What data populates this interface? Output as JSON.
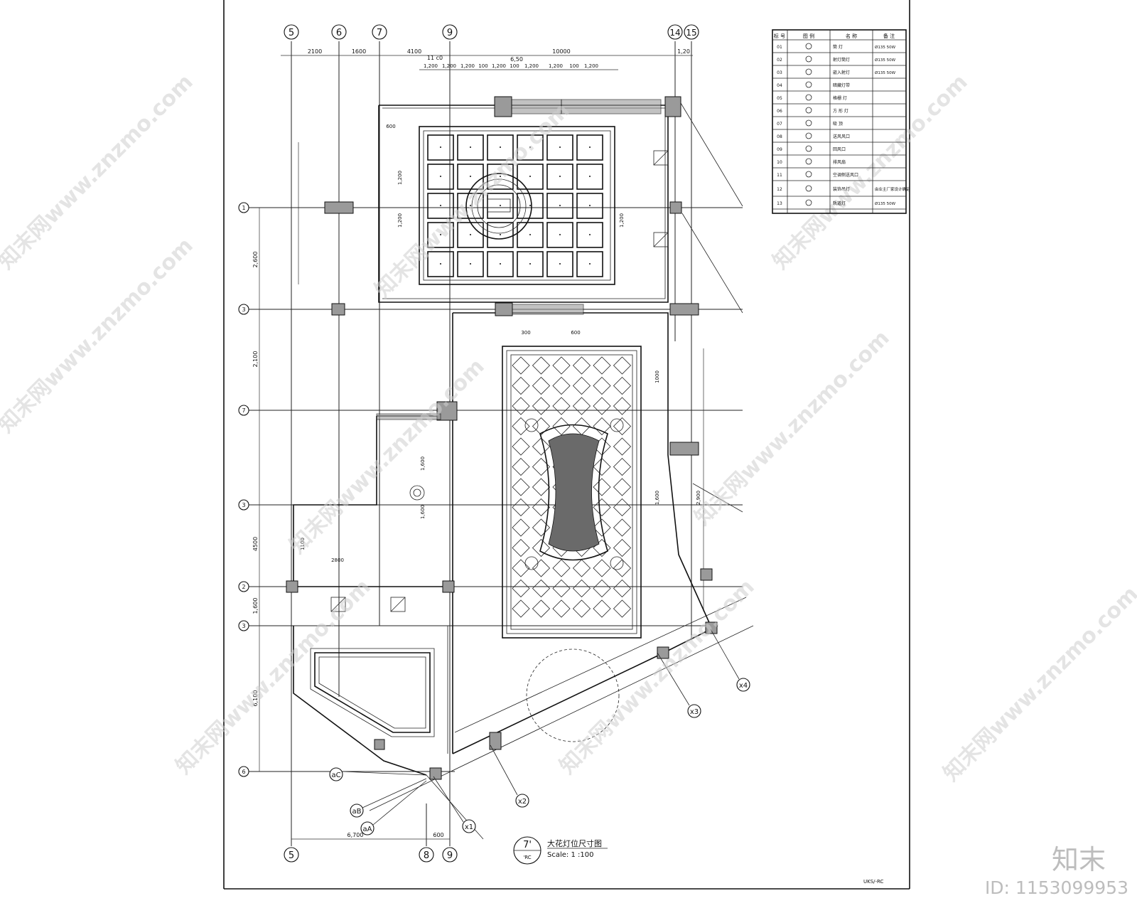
{
  "drawing": {
    "title_cn": "大花灯位尺寸图",
    "scale_text": "Scale: 1 :100",
    "detail_no": "7'",
    "sheet_ref": "'RC",
    "sheet_code": "UKS/-RC"
  },
  "grid_top": [
    "5",
    "6",
    "7",
    "9",
    "14",
    "15"
  ],
  "grid_bottom": [
    "5",
    "8",
    "9"
  ],
  "grid_left": [
    "1",
    "3",
    "7",
    "3",
    "2",
    "3",
    "6"
  ],
  "grid_diag": [
    "aC",
    "aB",
    "aA",
    "x1",
    "x2",
    "x3",
    "x4"
  ],
  "top_dims": [
    "2100",
    "1600",
    "4100",
    "10000",
    "1,20",
    "11 c0",
    "6,50"
  ],
  "tile_dims": [
    "1,200",
    "1,200",
    "1,200",
    "100",
    "1,200",
    "100",
    "1,200",
    "1,200",
    "100",
    "1,200"
  ],
  "side_dims": [
    "2,600",
    "2,100",
    "4500",
    "1,600",
    "6,100",
    "6,700",
    "600"
  ],
  "inner_dims": [
    "1,200",
    "1,200",
    "1,200",
    "1000",
    "1,600",
    "1,600",
    "1,600",
    "1100",
    "2800",
    "300",
    "600",
    "600",
    "2,900"
  ],
  "legend": {
    "headers": [
      "标 号",
      "图 例",
      "名 称",
      "备 注"
    ],
    "rows": [
      {
        "no": "01",
        "icon": "downlight-icon",
        "name": "筒 灯",
        "note": "Ø135 50W"
      },
      {
        "no": "02",
        "icon": "adjustable-downlight-icon",
        "name": "射灯筒灯",
        "note": "Ø135 50W"
      },
      {
        "no": "03",
        "icon": "spotlight-icon",
        "name": "嵌入射灯",
        "note": "Ø135 50W"
      },
      {
        "no": "04",
        "icon": "strip-light-icon",
        "name": "暗藏灯带",
        "note": ""
      },
      {
        "no": "05",
        "icon": "grille-light-icon",
        "name": "格栅 灯",
        "note": ""
      },
      {
        "no": "06",
        "icon": "square-light-icon",
        "name": "方 形 灯",
        "note": ""
      },
      {
        "no": "07",
        "icon": "wall-light-icon",
        "name": "吸 顶",
        "note": ""
      },
      {
        "no": "08",
        "icon": "air-supply-icon",
        "name": "送风风口",
        "note": ""
      },
      {
        "no": "09",
        "icon": "return-air-icon",
        "name": "回风口",
        "note": ""
      },
      {
        "no": "10",
        "icon": "exhaust-icon",
        "name": "排风扇",
        "note": ""
      },
      {
        "no": "11",
        "icon": "linear-diffuser-icon",
        "name": "空调侧送风口",
        "note": ""
      },
      {
        "no": "12",
        "icon": "chandelier-icon",
        "name": "装饰吊灯",
        "note": "由业主厂家设计确定"
      },
      {
        "no": "13",
        "icon": "track-light-icon",
        "name": "轨道灯",
        "note": "Ø135 50W"
      }
    ]
  },
  "watermark": {
    "text": "知末网www.znzmo.com",
    "brand": "知末",
    "image_id": "ID: 1153099953"
  }
}
